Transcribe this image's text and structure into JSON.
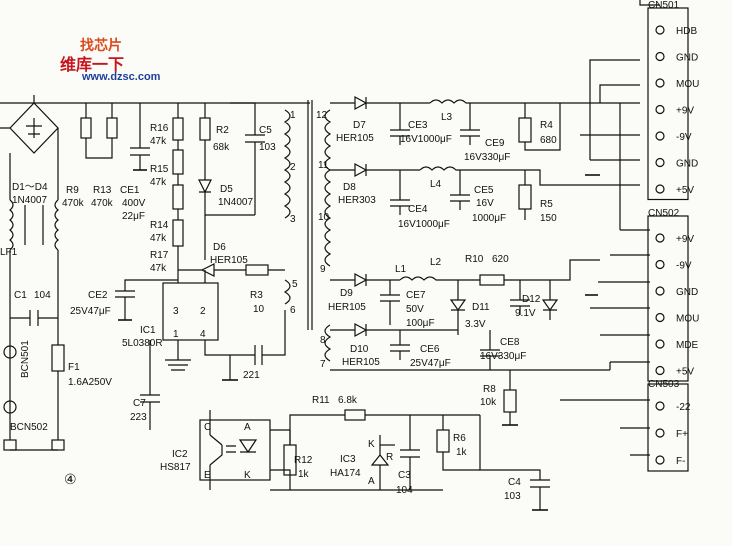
{
  "logo": {
    "line1": "找芯片",
    "line2": "维库一下",
    "url": "www.dzsc.com"
  },
  "figure_number": "④",
  "connectors": [
    {
      "id": "CN501",
      "pins": [
        "HDB",
        "GND",
        "MOU",
        "+9V",
        "-9V",
        "GND",
        "+5V"
      ]
    },
    {
      "id": "CN502",
      "pins": [
        "+9V",
        "-9V",
        "GND",
        "MOU",
        "MDE",
        "+5V"
      ]
    },
    {
      "id": "CN503",
      "pins": [
        "-22",
        "F+",
        "F-"
      ]
    }
  ],
  "components": [
    {
      "ref": "D1～D4",
      "value": "1N4007"
    },
    {
      "ref": "R9",
      "value": "470k"
    },
    {
      "ref": "R13",
      "value": "470k"
    },
    {
      "ref": "CE1",
      "value": "400V 22μF"
    },
    {
      "ref": "R16",
      "value": "47k"
    },
    {
      "ref": "R15",
      "value": "47k"
    },
    {
      "ref": "R14",
      "value": "47k"
    },
    {
      "ref": "R17",
      "value": "47k"
    },
    {
      "ref": "R2",
      "value": "68k"
    },
    {
      "ref": "D5",
      "value": "1N4007"
    },
    {
      "ref": "C5",
      "value": "103"
    },
    {
      "ref": "D6",
      "value": "HER105"
    },
    {
      "ref": "R3",
      "value": "10"
    },
    {
      "ref": "LF1",
      "value": ""
    },
    {
      "ref": "C1",
      "value": "104"
    },
    {
      "ref": "CE2",
      "value": "25V47μF"
    },
    {
      "ref": "IC1",
      "value": "5L0380R"
    },
    {
      "ref": "BCN501",
      "value": ""
    },
    {
      "ref": "F1",
      "value": "1.6A250V"
    },
    {
      "ref": "BCN502",
      "value": ""
    },
    {
      "ref": "C7",
      "value": "223"
    },
    {
      "ref": "IC2",
      "value": "HS817"
    },
    {
      "ref": "R12",
      "value": "1k"
    },
    {
      "ref": "IC3",
      "value": "HA174"
    },
    {
      "ref": "C3",
      "value": "104"
    },
    {
      "ref": "R6",
      "value": "1k"
    },
    {
      "ref": "R11",
      "value": "6.8k"
    },
    {
      "ref": "R8",
      "value": "10k"
    },
    {
      "ref": "C4",
      "value": "103"
    },
    {
      "ref": "D7",
      "value": "HER105"
    },
    {
      "ref": "CE3",
      "value": "16V1000μF"
    },
    {
      "ref": "L3",
      "value": ""
    },
    {
      "ref": "CE9",
      "value": "16V330μF"
    },
    {
      "ref": "R4",
      "value": "680"
    },
    {
      "ref": "D8",
      "value": "HER303"
    },
    {
      "ref": "CE4",
      "value": "16V1000μF"
    },
    {
      "ref": "L4",
      "value": ""
    },
    {
      "ref": "CE5",
      "value": "16V 1000μF"
    },
    {
      "ref": "R5",
      "value": "150"
    },
    {
      "ref": "R10",
      "value": "620"
    },
    {
      "ref": "D9",
      "value": "HER105"
    },
    {
      "ref": "CE7",
      "value": "50V 100μF"
    },
    {
      "ref": "L1",
      "value": ""
    },
    {
      "ref": "L2",
      "value": ""
    },
    {
      "ref": "D11",
      "value": "3.3V"
    },
    {
      "ref": "D12",
      "value": "9.1V"
    },
    {
      "ref": "D10",
      "value": "HER105"
    },
    {
      "ref": "CE6",
      "value": "25V47μF"
    },
    {
      "ref": "CE8",
      "value": "16V330μF"
    }
  ],
  "ic1_pins": [
    "3",
    "2",
    "1",
    "4"
  ],
  "ic2_pins": [
    "C",
    "E",
    "A",
    "K"
  ],
  "ic3_pins": [
    "K",
    "R",
    "A"
  ],
  "transformer_pins_primary": [
    "1",
    "2",
    "3",
    "5",
    "6"
  ],
  "transformer_pins_secondary": [
    "12",
    "11",
    "10",
    "9",
    "8",
    "7"
  ],
  "misc_values": [
    "221"
  ]
}
